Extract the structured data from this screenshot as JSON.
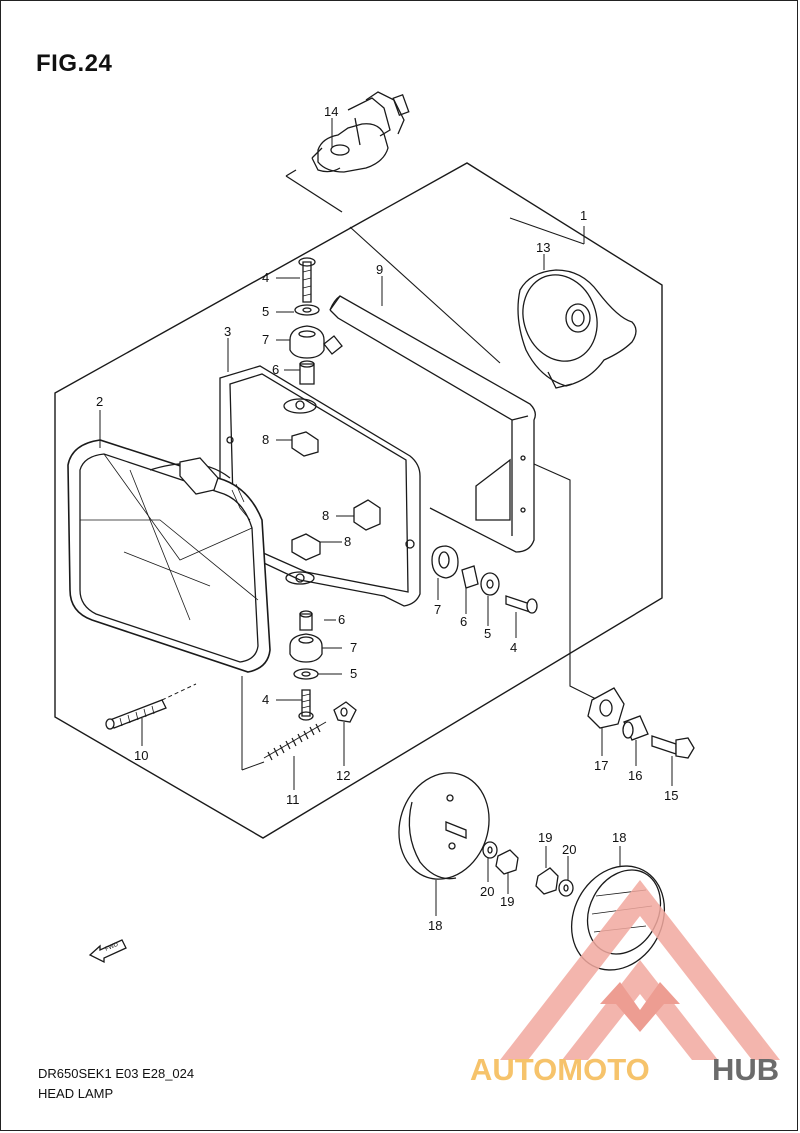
{
  "figure": {
    "title": "FIG.24",
    "code": "DR650SEK1 E03 E28_024",
    "name": "HEAD LAMP"
  },
  "fwd_label": "FWD",
  "watermark": {
    "part1": "AUTOMOTO",
    "part2": "HUB",
    "color_primary": "#f2a99f",
    "color_secondary": "#f6c36b",
    "color_dark": "#6b6b6b"
  },
  "callouts": [
    {
      "id": "c1",
      "label": "1"
    },
    {
      "id": "c2",
      "label": "2"
    },
    {
      "id": "c3",
      "label": "3"
    },
    {
      "id": "c4a",
      "label": "4"
    },
    {
      "id": "c4b",
      "label": "4"
    },
    {
      "id": "c4c",
      "label": "4"
    },
    {
      "id": "c5a",
      "label": "5"
    },
    {
      "id": "c5b",
      "label": "5"
    },
    {
      "id": "c5c",
      "label": "5"
    },
    {
      "id": "c6a",
      "label": "6"
    },
    {
      "id": "c6b",
      "label": "6"
    },
    {
      "id": "c6c",
      "label": "6"
    },
    {
      "id": "c7a",
      "label": "7"
    },
    {
      "id": "c7b",
      "label": "7"
    },
    {
      "id": "c7c",
      "label": "7"
    },
    {
      "id": "c8a",
      "label": "8"
    },
    {
      "id": "c8b",
      "label": "8"
    },
    {
      "id": "c8c",
      "label": "8"
    },
    {
      "id": "c9",
      "label": "9"
    },
    {
      "id": "c10",
      "label": "10"
    },
    {
      "id": "c11",
      "label": "11"
    },
    {
      "id": "c12",
      "label": "12"
    },
    {
      "id": "c13",
      "label": "13"
    },
    {
      "id": "c14",
      "label": "14"
    },
    {
      "id": "c15",
      "label": "15"
    },
    {
      "id": "c16",
      "label": "16"
    },
    {
      "id": "c17",
      "label": "17"
    },
    {
      "id": "c18a",
      "label": "18"
    },
    {
      "id": "c18b",
      "label": "18"
    },
    {
      "id": "c19a",
      "label": "19"
    },
    {
      "id": "c19b",
      "label": "19"
    },
    {
      "id": "c20a",
      "label": "20"
    },
    {
      "id": "c20b",
      "label": "20"
    }
  ]
}
